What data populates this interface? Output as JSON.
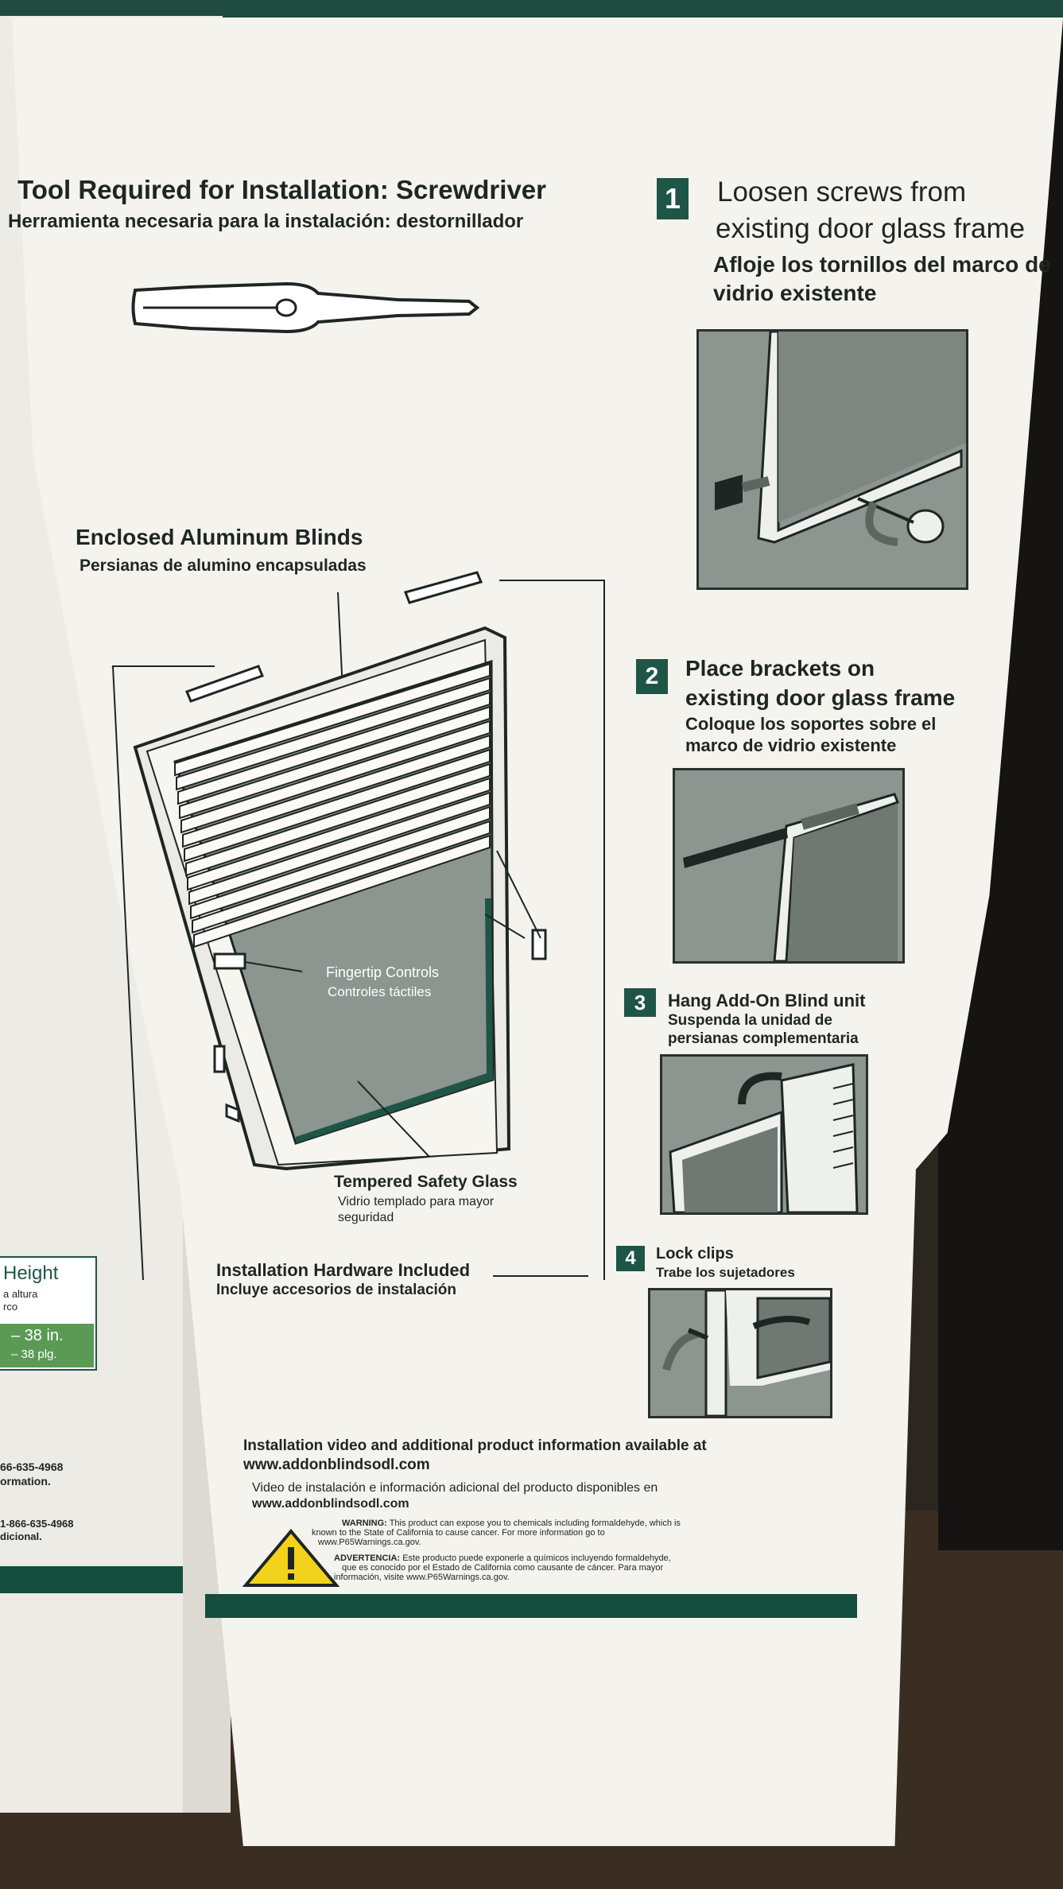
{
  "tool": {
    "title_en": "Tool Required for Installation: Screwdriver",
    "title_es": "Herramienta necesaria para la instalación: destornillador"
  },
  "diagram": {
    "blinds_en": "Enclosed Aluminum Blinds",
    "blinds_es": "Persianas de alumino encapsuladas",
    "controls_en": "Fingertip Controls",
    "controls_es": "Controles táctiles",
    "glass_en": "Tempered Safety Glass",
    "glass_es_1": "Vidrio templado para mayor",
    "glass_es_2": "seguridad",
    "hardware_en": "Installation Hardware Included",
    "hardware_es": "Incluye accesorios de instalación"
  },
  "steps": [
    {
      "num": "1",
      "en_1": "Loosen screws from",
      "en_2": "existing door glass frame",
      "es_1": "Afloje los tornillos del marco de",
      "es_2": "vidrio existente"
    },
    {
      "num": "2",
      "en_1": "Place brackets on",
      "en_2": "existing door glass frame",
      "es_1": "Coloque los soportes sobre el",
      "es_2": "marco de vidrio existente"
    },
    {
      "num": "3",
      "en_1": "Hang Add-On Blind unit",
      "es_1": "Suspenda la unidad de",
      "es_2": "persianas complementaria"
    },
    {
      "num": "4",
      "en_1": "Lock clips",
      "es_1": "Trabe los sujetadores"
    }
  ],
  "info": {
    "video_en": "Installation video and additional product information available at",
    "url_1": "www.addonblindsodl.com",
    "video_es": "Video de instalación e información adicional del producto disponibles en",
    "url_2": "www.addonblindsodl.com"
  },
  "warning": {
    "label_en": "WARNING:",
    "text_en_1": "This product can expose you to chemicals including formaldehyde, which is",
    "text_en_2": "known to the State of California to cause cancer.  For more information go to",
    "text_en_3": "www.P65Warnings.ca.gov.",
    "label_es": "ADVERTENCIA:",
    "text_es_1": "Este producto puede exponerle a químicos incluyendo formaldehyde,",
    "text_es_2": "que es  conocido por el Estado de California como causante de cáncer.  Para mayor",
    "text_es_3": "información, visite  www.P65Warnings.ca.gov."
  },
  "left_box": {
    "height_label": "Height",
    "height_es_1": "a altura",
    "height_es_2": "rco",
    "range_in": "– 38 in.",
    "range_plg": "– 38 plg.",
    "phone_1": "66-635-4968",
    "phone_1_tail": "ormation.",
    "phone_2": "1-866-635-4968",
    "phone_2_tail": "dicional."
  },
  "colors": {
    "brand_green": "#1e5546",
    "band_green": "#134d3e",
    "warning_yellow": "#f2d21a"
  }
}
